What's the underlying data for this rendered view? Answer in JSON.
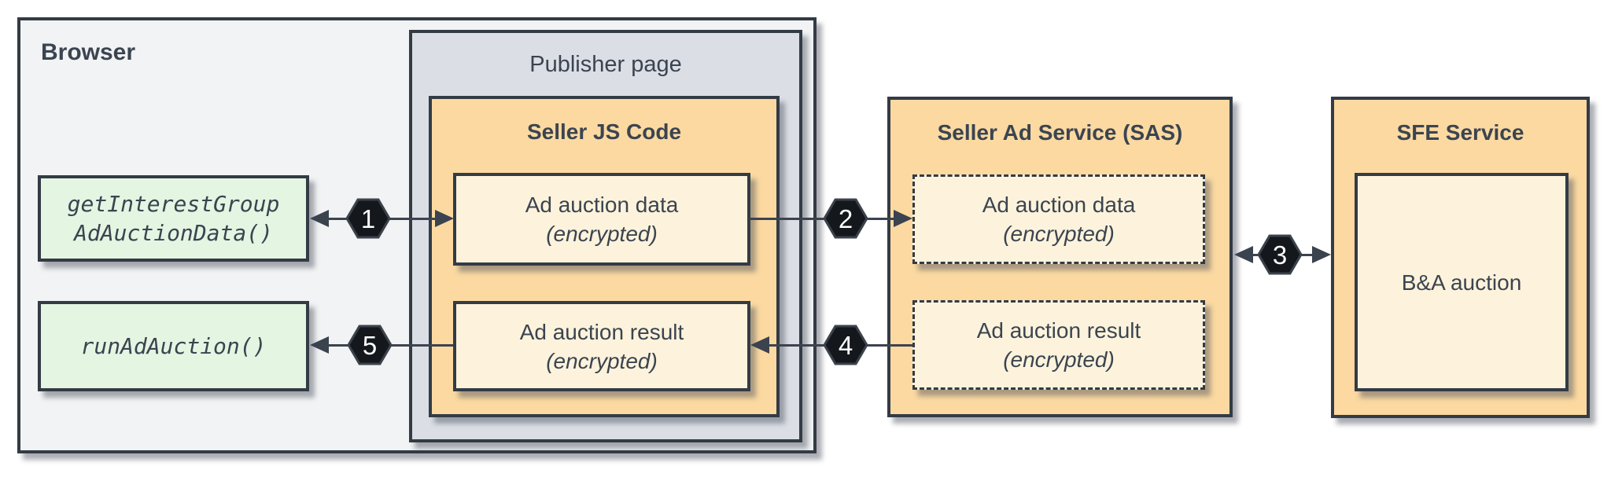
{
  "colors": {
    "browser_fill": "#F1F3F4",
    "publisher_fill": "#DBDFE5",
    "service_fill": "#FBD9A1",
    "inner_fill": "#FDF3DC",
    "api_fill": "#E4F5E2",
    "border": "#333B45",
    "text": "#3B4450",
    "connector": "#3B434F",
    "hexagon_fill": "#14171C",
    "hexagon_number": "#FFFFFF"
  },
  "browser": {
    "title": "Browser",
    "apis": [
      {
        "line1": "getInterestGroup",
        "line2": "AdAuctionData()"
      },
      {
        "line1": "runAdAuction()",
        "line2": ""
      }
    ]
  },
  "publisher_page": {
    "title": "Publisher page"
  },
  "seller_js": {
    "title": "Seller JS Code",
    "boxes": [
      {
        "line1": "Ad auction data",
        "line2": "(encrypted)"
      },
      {
        "line1": "Ad auction result",
        "line2": "(encrypted)"
      }
    ]
  },
  "sas": {
    "title": "Seller Ad Service (SAS)",
    "boxes": [
      {
        "line1": "Ad auction data",
        "line2": "(encrypted)"
      },
      {
        "line1": "Ad auction result",
        "line2": "(encrypted)"
      }
    ]
  },
  "sfe": {
    "title": "SFE Service",
    "box": {
      "label": "B&A auction"
    }
  },
  "steps": [
    "1",
    "2",
    "3",
    "4",
    "5"
  ]
}
